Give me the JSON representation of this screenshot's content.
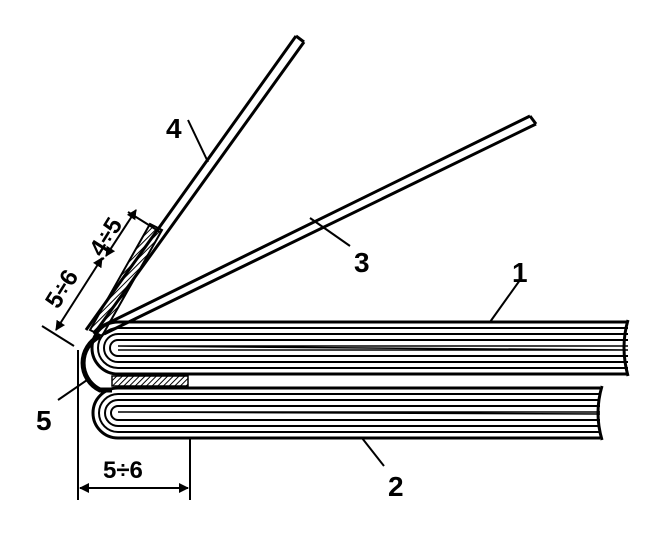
{
  "labels": {
    "part_1": "1",
    "part_2": "2",
    "part_3": "3",
    "part_4": "4",
    "part_5": "5"
  },
  "dimensions": {
    "bottom_width": "5÷6",
    "diagonal_outer": "5÷6",
    "diagonal_inner": "4÷5"
  },
  "colors": {
    "ink": "#000000",
    "paper": "#ffffff"
  }
}
